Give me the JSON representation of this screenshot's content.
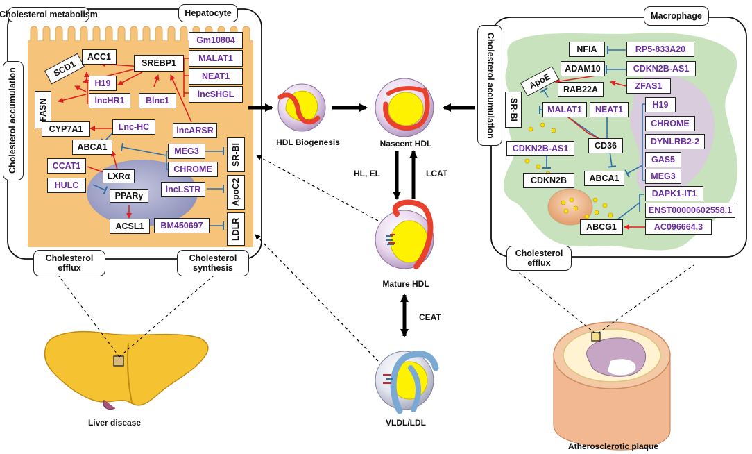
{
  "hepatocyte": {
    "title": "Cholesterol metabolism",
    "cell_label": "Hepatocyte",
    "side_label": "Cholesterol accumulation",
    "efflux_label": "Cholesterol efflux",
    "synthesis_label": "Cholesterol synthesis",
    "genes": {
      "scd1": "SCD1",
      "acc1": "ACC1",
      "srebp1": "SREBP1",
      "fasn": "FASN",
      "cyp7a1": "CYP7A1",
      "abca1": "ABCA1",
      "lxra": "LXRα",
      "ppary": "PPARγ",
      "acsl1": "ACSL1",
      "srbi": "SR-BI",
      "apoc2": "ApoC2",
      "ldlr": "LDLR"
    },
    "lncrnas": {
      "gm10804": "Gm10804",
      "malat1": "MALAT1",
      "neat1": "NEAT1",
      "lncshgl": "lncSHGL",
      "h19": "H19",
      "lnchr1": "lncHR1",
      "blnc1": "Blnc1",
      "lnchc": "Lnc-HC",
      "lncarsr": "lncARSR",
      "meg3": "MEG3",
      "chrome": "CHROME",
      "ccat1": "CCAT1",
      "hulc": "HULC",
      "lnclstr": "lncLSTR",
      "bm450697": "BM450697"
    }
  },
  "hdl": {
    "biogenesis": "HDL Biogenesis",
    "nascent": "Nascent HDL",
    "mature": "Mature HDL",
    "vldl": "VLDL/LDL",
    "hl_el": "HL, EL",
    "lcat": "LCAT",
    "ceat": "CEAT"
  },
  "macrophage": {
    "cell_label": "Macrophage",
    "side_label": "Cholesterol accumulation",
    "efflux_label": "Cholesterol efflux",
    "genes": {
      "nfia": "NFIA",
      "adam10": "ADAM10",
      "apoe": "ApoE",
      "rab22a": "RAB22A",
      "srbi": "SR-BI",
      "cd36": "CD36",
      "cdkn2b": "CDKN2B",
      "abca1": "ABCA1",
      "abcg1": "ABCG1"
    },
    "lncrnas": {
      "rp5": "RP5-833A20",
      "cdkn2b_as1_top": "CDKN2B-AS1",
      "zfas1": "ZFAS1",
      "malat1": "MALAT1",
      "neat1": "NEAT1",
      "h19": "H19",
      "chrome": "CHROME",
      "dynlrb2": "DYNLRB2-2",
      "gas5": "GAS5",
      "meg3": "MEG3",
      "cdkn2b_as1": "CDKN2B-AS1",
      "dapk1": "DAPK1-IT1",
      "enst": "ENST00000602558.1",
      "ac096664": "AC096664.3"
    }
  },
  "organs": {
    "liver": "Liver disease",
    "plaque": "Atherosclerotic plaque"
  },
  "colors": {
    "activation": "#e02020",
    "inhibition": "#2e6fa8",
    "lncrna_text": "#6a2c9e",
    "hepatocyte_fill": "#f5c47a",
    "macrophage_fill": "#c7e2bd",
    "nucleus": "#9fa2c7"
  }
}
